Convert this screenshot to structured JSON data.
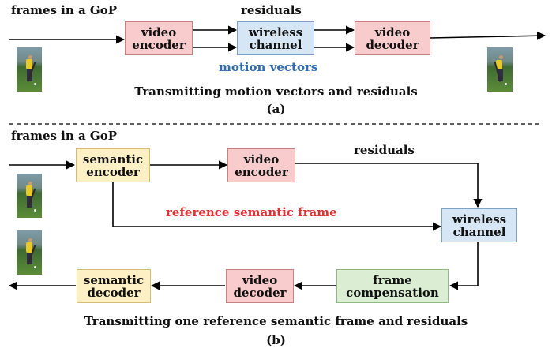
{
  "panel_a": {
    "frames_label": "frames in a GoP",
    "residuals_label": "residuals",
    "motion_label": "motion vectors",
    "video_encoder": [
      "video",
      "encoder"
    ],
    "wireless_channel": [
      "wireless",
      "channel"
    ],
    "video_decoder": [
      "video",
      "decoder"
    ],
    "caption": "Transmitting motion vectors and residuals",
    "tag": "(a)"
  },
  "panel_b": {
    "frames_label": "frames in a GoP",
    "residuals_label": "residuals",
    "reference_label": "reference semantic frame",
    "semantic_encoder": [
      "semantic",
      "encoder"
    ],
    "video_encoder": [
      "video",
      "encoder"
    ],
    "wireless_channel": [
      "wireless",
      "channel"
    ],
    "frame_compensation": [
      "frame",
      "compensation"
    ],
    "video_decoder": [
      "video",
      "decoder"
    ],
    "semantic_decoder": [
      "semantic",
      "decoder"
    ],
    "caption": "Transmitting one reference semantic frame and residuals",
    "tag": "(b)"
  },
  "colors": {
    "motion_vectors_text": "#2f6db5",
    "reference_text": "#e03030",
    "box_red": "#f8cccc",
    "box_blue": "#d7e6f5",
    "box_yellow": "#fdf0c4",
    "box_green": "#dbeed3"
  }
}
